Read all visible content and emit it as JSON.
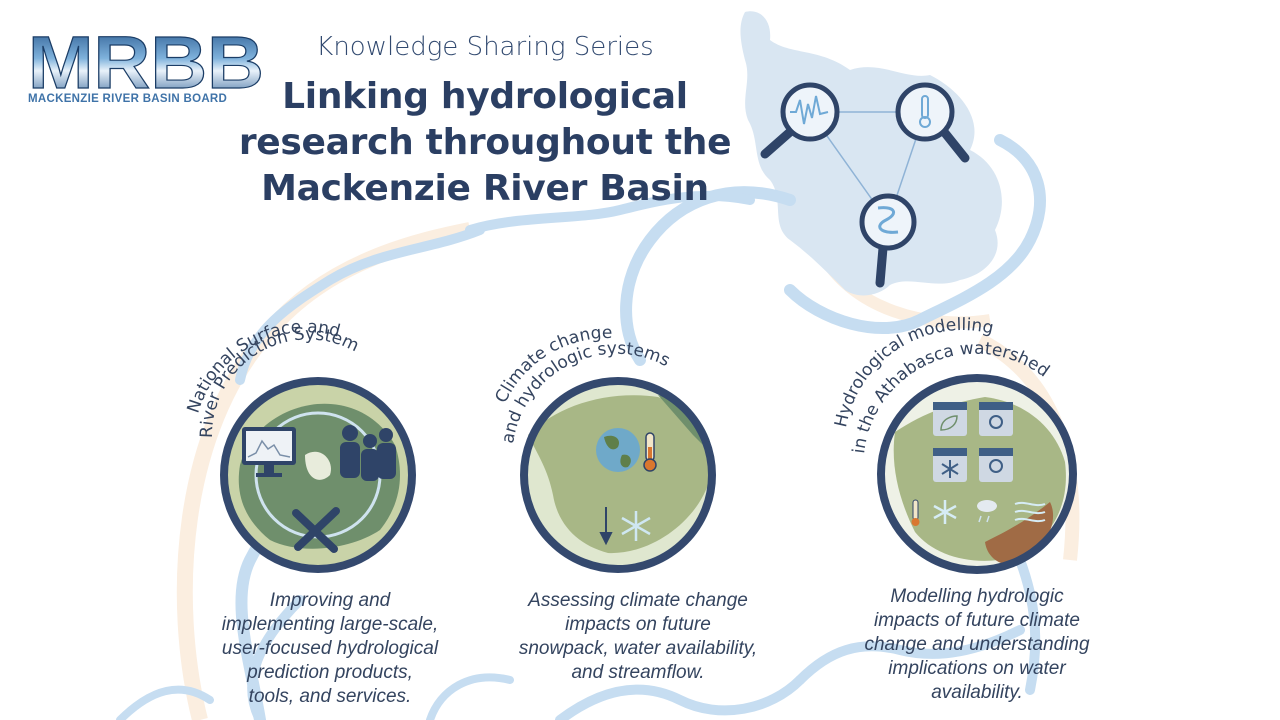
{
  "logo": {
    "wordmark": "MRBB",
    "subtitle": "MACKENZIE RIVER BASIN BOARD"
  },
  "header": {
    "series": "Knowledge Sharing Series",
    "title_lines": [
      "Linking hydrological",
      "research throughout the",
      "Mackenzie River Basin"
    ]
  },
  "topics": [
    {
      "label_lines": [
        "National Surface and",
        "River Prediction System"
      ],
      "description_lines": [
        "Improving and",
        "implementing large-scale,",
        "user-focused hydrological",
        "prediction products,",
        "tools, and services."
      ]
    },
    {
      "label_lines": [
        "Climate change",
        "and hydrologic systems"
      ],
      "description_lines": [
        "Assessing climate change",
        "impacts on future",
        "snowpack, water availability,",
        "and streamflow."
      ]
    },
    {
      "label_lines": [
        "Hydrological modelling",
        "in the Athabasca watershed"
      ],
      "description_lines": [
        "Modelling hydrologic",
        "impacts of future climate",
        "change and understanding",
        "implications on water",
        "availability."
      ]
    }
  ],
  "colors": {
    "navy": "#2b3f63",
    "ring": "#34496e",
    "river": "#c9def0",
    "basin": "#d7e4f1",
    "land": "#a8b786"
  }
}
